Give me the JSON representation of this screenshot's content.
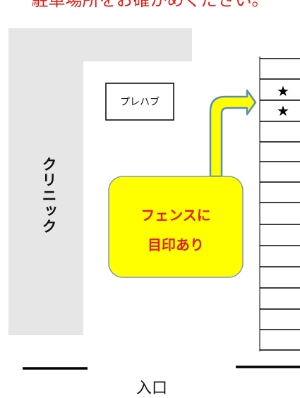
{
  "colors": {
    "heading_red": "#e41b13",
    "clinic_gray": "#e6e6e6",
    "callout_fill": "#ffff00",
    "callout_border": "#7f98b5",
    "arrow_fill": "#ffff00",
    "arrow_outline": "#5b8bbd"
  },
  "heading": {
    "text": "駐車場所をお確かめください。"
  },
  "clinic": {
    "label": "クリニック"
  },
  "prefab": {
    "label": "プレハブ"
  },
  "callout": {
    "line1": "フェンスに",
    "line2": "目印あり"
  },
  "parking": {
    "marked_slots": [
      {
        "icon": "star-icon",
        "symbol": "★"
      },
      {
        "icon": "star-icon",
        "symbol": "★"
      }
    ]
  },
  "entrance": {
    "label": "入口"
  }
}
